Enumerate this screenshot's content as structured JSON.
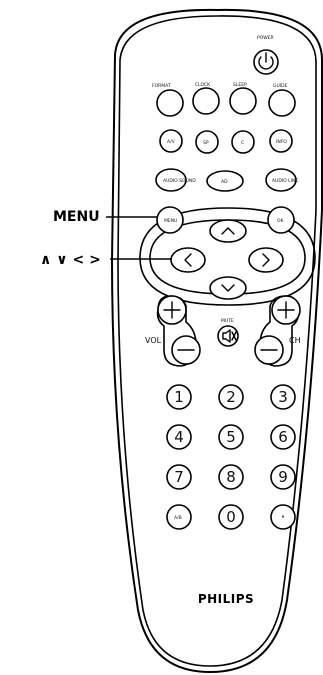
{
  "callouts": {
    "menu": "MENU",
    "arrows": "∧ ∨ < >"
  },
  "brand": "PHILIPS",
  "labels": {
    "power": "POWER",
    "row1": [
      "FORMAT",
      "CLOCK",
      "SLEEP",
      "GUIDE"
    ],
    "row2": [
      "A/V",
      "SP",
      "C",
      "INFO"
    ],
    "row3": [
      "AUDIO SOUND",
      "AD",
      "AUDIO LINE"
    ],
    "menu": "MENU",
    "ok": "OK",
    "mute": "MUTE",
    "vol": "VOL",
    "ch": "CH",
    "av": "A/B"
  },
  "digits": [
    "1",
    "2",
    "3",
    "4",
    "5",
    "6",
    "7",
    "8",
    "9",
    "0"
  ],
  "dot": "·"
}
